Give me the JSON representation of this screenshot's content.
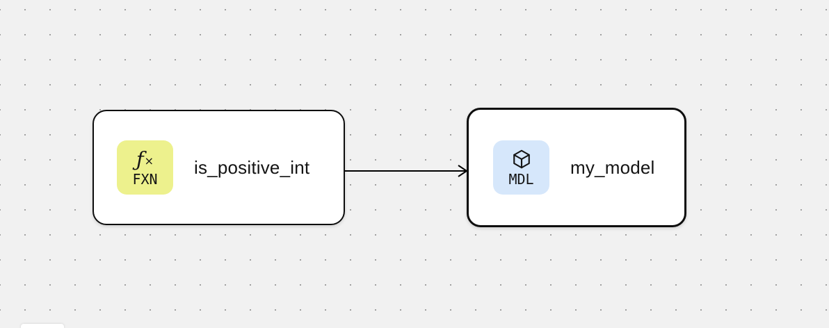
{
  "canvas": {
    "background_color": "#f1f1f1",
    "dot_color": "#a0a0a0"
  },
  "nodes": [
    {
      "id": "is_positive_int",
      "label": "is_positive_int",
      "type": "function",
      "selected": false,
      "badge": {
        "icon": "function-icon",
        "icon_glyph_f": "ƒ",
        "icon_glyph_x": "×",
        "tag": "FXN",
        "color": "#edf18d"
      }
    },
    {
      "id": "my_model",
      "label": "my_model",
      "type": "model",
      "selected": true,
      "badge": {
        "icon": "cube-icon",
        "tag": "MDL",
        "color": "#d6e7fb"
      }
    }
  ],
  "edges": [
    {
      "from": "is_positive_int",
      "to": "my_model"
    }
  ]
}
